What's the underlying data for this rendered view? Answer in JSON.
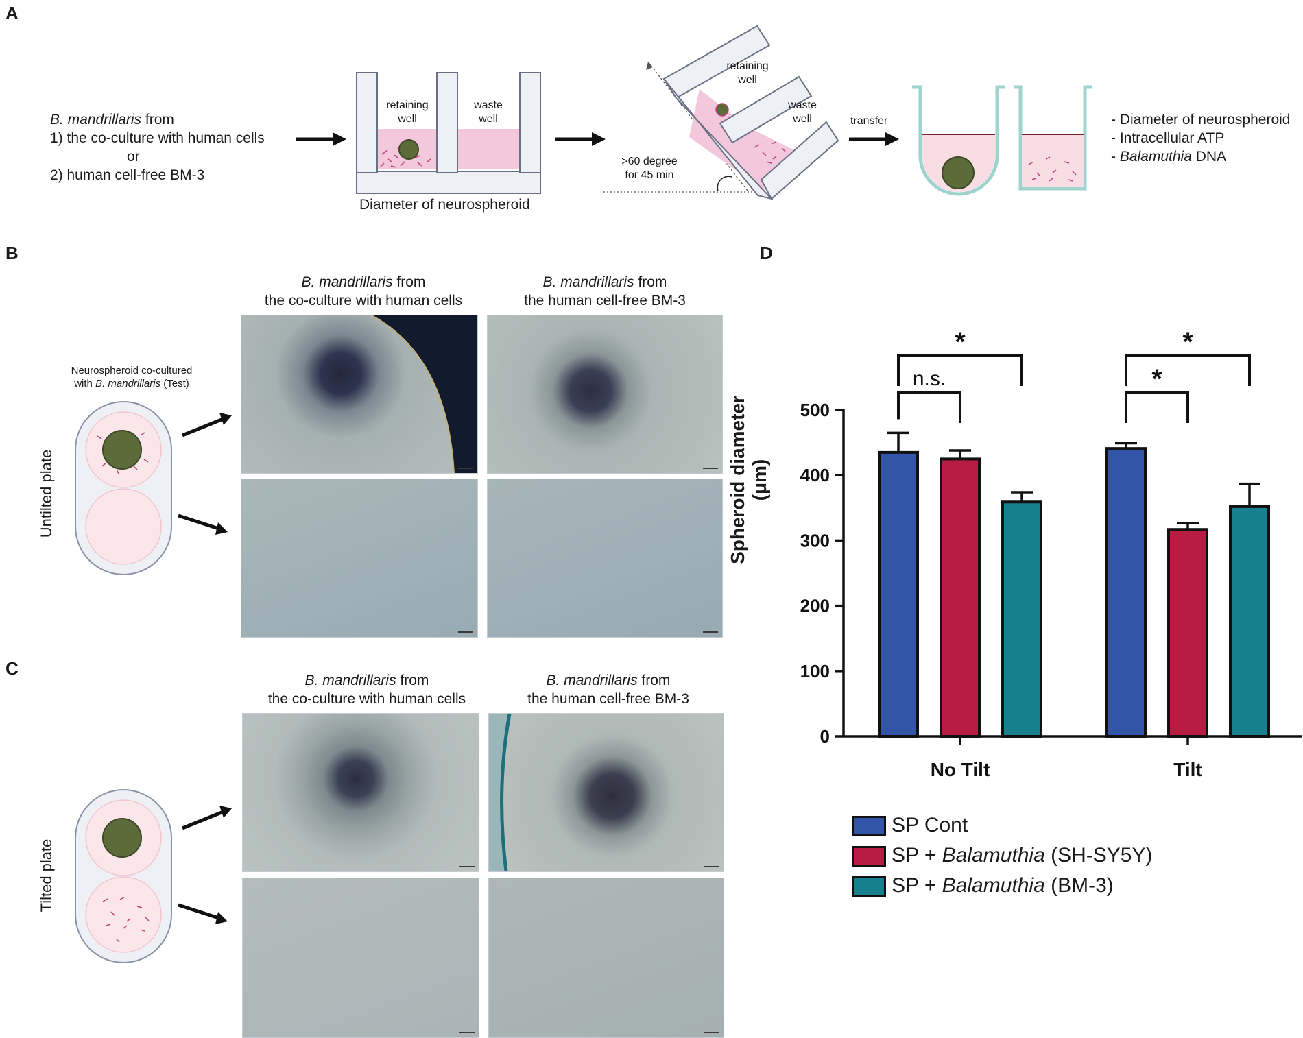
{
  "panels": {
    "a": "A",
    "b": "B",
    "c": "C",
    "d": "D"
  },
  "panel_a": {
    "source_species": "B. mandrillaris",
    "source_from": " from",
    "option1": "1) the co-culture with human cells",
    "or": "or",
    "option2": "2) human cell-free BM-3",
    "retaining_well_line1": "retaining",
    "retaining_well_line2": "well",
    "waste_well_line1": "waste",
    "waste_well_line2": "well",
    "diameter_caption": "Diameter of neurospheroid",
    "tilt_line1": ">60 degree",
    "tilt_line2": "for 45 min",
    "transfer": "transfer",
    "readout1": "- Diameter of neurospheroid",
    "readout2": "- Intracellular ATP",
    "readout3_prefix": "- ",
    "readout3_italic": "Balamuthia",
    "readout3_suffix": " DNA"
  },
  "panel_b": {
    "col1_species": "B. mandrillaris",
    "col1_from": " from",
    "col1_line2": "the co-culture with human cells",
    "col2_species": "B. mandrillaris",
    "col2_from": " from",
    "col2_line2": "the human cell-free BM-3",
    "plate_caption_line1": "Neurospheroid co-cultured",
    "plate_caption_prefix": "with ",
    "plate_caption_italic": "B. mandrillaris",
    "plate_caption_suffix": " (Test)",
    "row_label": "Untilted plate"
  },
  "panel_c": {
    "col1_species": "B. mandrillaris",
    "col1_from": " from",
    "col1_line2": "the co-culture with human cells",
    "col2_species": "B. mandrillaris",
    "col2_from": " from",
    "col2_line2": "the human cell-free BM-3",
    "row_label": "Tilted plate"
  },
  "chart_data": {
    "type": "bar",
    "ylabel": "Spheroid diameter (μm)",
    "ylim": [
      0,
      500
    ],
    "yticks": [
      "0",
      "100",
      "200",
      "300",
      "400",
      "500"
    ],
    "categories": [
      "No Tilt",
      "Tilt"
    ],
    "series": [
      {
        "name": "SP Cont",
        "color": "#3355a8",
        "values": [
          435,
          441
        ],
        "errors": [
          30,
          8
        ]
      },
      {
        "name": "SP + Balamuthia (SH-SY5Y)",
        "color": "#b81c42",
        "values": [
          425,
          317
        ],
        "errors": [
          13,
          10
        ]
      },
      {
        "name": "SP + Balamuthia (BM-3)",
        "color": "#17808f",
        "values": [
          359,
          352
        ],
        "errors": [
          15,
          35
        ]
      }
    ],
    "significance": [
      {
        "group": "No Tilt",
        "from": 0,
        "to": 1,
        "label": "n.s."
      },
      {
        "group": "No Tilt",
        "from": 0,
        "to": 2,
        "label": "*"
      },
      {
        "group": "Tilt",
        "from": 0,
        "to": 1,
        "label": "*"
      },
      {
        "group": "Tilt",
        "from": 0,
        "to": 2,
        "label": "*"
      }
    ],
    "legend": {
      "item1": "SP Cont",
      "item2_prefix": "SP + ",
      "item2_italic": "Balamuthia",
      "item2_suffix": " (SH-SY5Y)",
      "item3_prefix": "SP + ",
      "item3_italic": "Balamuthia",
      "item3_suffix": " (BM-3)"
    }
  }
}
